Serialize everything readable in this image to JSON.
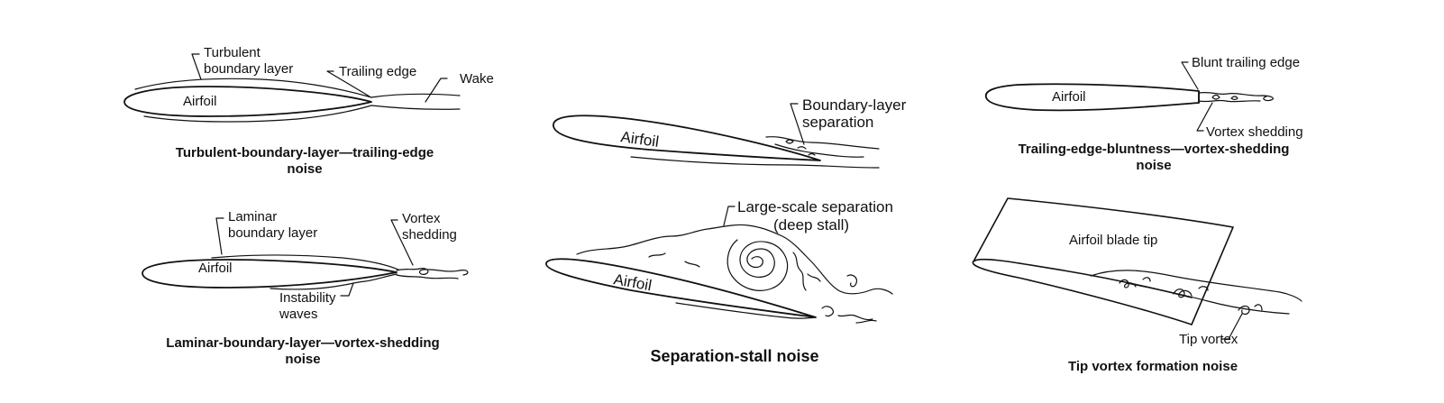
{
  "panels": {
    "tbl": {
      "labels": {
        "turbulent_1": "Turbulent",
        "turbulent_2": "boundary layer",
        "trailing_edge": "Trailing edge",
        "wake": "Wake",
        "airfoil": "Airfoil"
      },
      "caption_1": "Turbulent-boundary-layer—trailing-edge",
      "caption_2": "noise"
    },
    "bls": {
      "labels": {
        "separation_1": "Boundary-layer",
        "separation_2": "separation",
        "airfoil": "Airfoil"
      }
    },
    "tebvs": {
      "labels": {
        "blunt": "Blunt trailing edge",
        "airfoil": "Airfoil",
        "vortex": "Vortex shedding"
      },
      "caption_1": "Trailing-edge-bluntness—vortex-shedding",
      "caption_2": "noise"
    },
    "lblvs": {
      "labels": {
        "laminar_1": "Laminar",
        "laminar_2": "boundary layer",
        "vortex_1": "Vortex",
        "vortex_2": "shedding",
        "airfoil": "Airfoil",
        "instab_1": "Instability",
        "instab_2": "waves"
      },
      "caption_1": "Laminar-boundary-layer—vortex-shedding",
      "caption_2": "noise"
    },
    "stall": {
      "labels": {
        "large_1": "Large-scale separation",
        "large_2": "(deep stall)",
        "airfoil": "Airfoil"
      },
      "caption": "Separation-stall noise"
    },
    "tip": {
      "labels": {
        "blade_tip": "Airfoil blade tip",
        "tip_vortex": "Tip vortex"
      },
      "caption": "Tip vortex formation noise"
    }
  }
}
